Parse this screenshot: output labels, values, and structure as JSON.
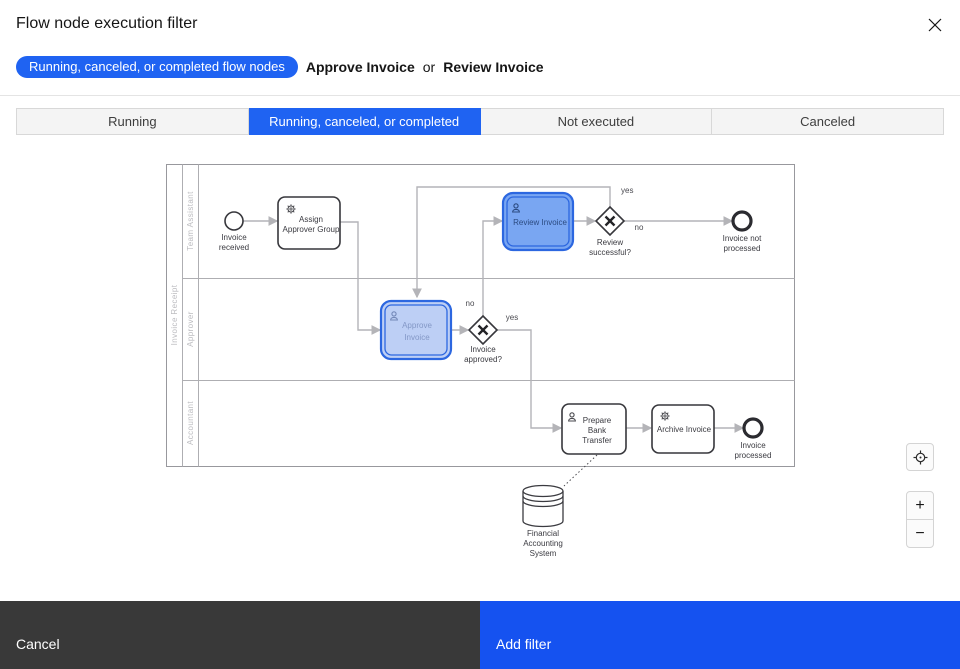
{
  "header": {
    "title": "Flow node execution filter"
  },
  "filter_summary": {
    "pill": "Running, canceled, or completed flow nodes",
    "node_a": "Approve Invoice",
    "conjunction": "or",
    "node_b": "Review Invoice"
  },
  "tabs": [
    {
      "label": "Running",
      "selected": false
    },
    {
      "label": "Running, canceled, or completed",
      "selected": true
    },
    {
      "label": "Not executed",
      "selected": false
    },
    {
      "label": "Canceled",
      "selected": false
    }
  ],
  "diagram": {
    "pool_label": "Invoice Receipt",
    "lane_1": "Team Assistant",
    "lane_2": "Approver",
    "lane_3": "Accountant",
    "start_event_line1": "Invoice",
    "start_event_line2": "received",
    "task_assign_line1": "Assign",
    "task_assign_line2": "Approver Group",
    "task_review": "Review Invoice",
    "gateway_review_line1": "Review",
    "gateway_review_line2": "successful?",
    "end_not_processed_line1": "Invoice not",
    "end_not_processed_line2": "processed",
    "task_approve_line1": "Approve",
    "task_approve_line2": "Invoice",
    "gateway_approved_line1": "Invoice",
    "gateway_approved_line2": "approved?",
    "task_prepare_line1": "Prepare",
    "task_prepare_line2": "Bank",
    "task_prepare_line3": "Transfer",
    "task_archive": "Archive Invoice",
    "end_processed_line1": "Invoice",
    "end_processed_line2": "processed",
    "datastore_line1": "Financial",
    "datastore_line2": "Accounting",
    "datastore_line3": "System",
    "label_yes_review": "yes",
    "label_no_review": "no",
    "label_no_approved": "no",
    "label_yes_approved": "yes"
  },
  "controls": {
    "zoom_in": "+",
    "zoom_out": "−"
  },
  "footer": {
    "cancel": "Cancel",
    "add_filter": "Add filter"
  },
  "colors": {
    "accent": "#1f63f2",
    "footer_primary": "#1552f0",
    "footer_secondary": "#393939",
    "selected_node_fill": "#79a6f2",
    "selected_node_light_fill": "#bdcff5",
    "selected_node_border": "#2c67e0",
    "flow_line": "#b4b4b8"
  }
}
